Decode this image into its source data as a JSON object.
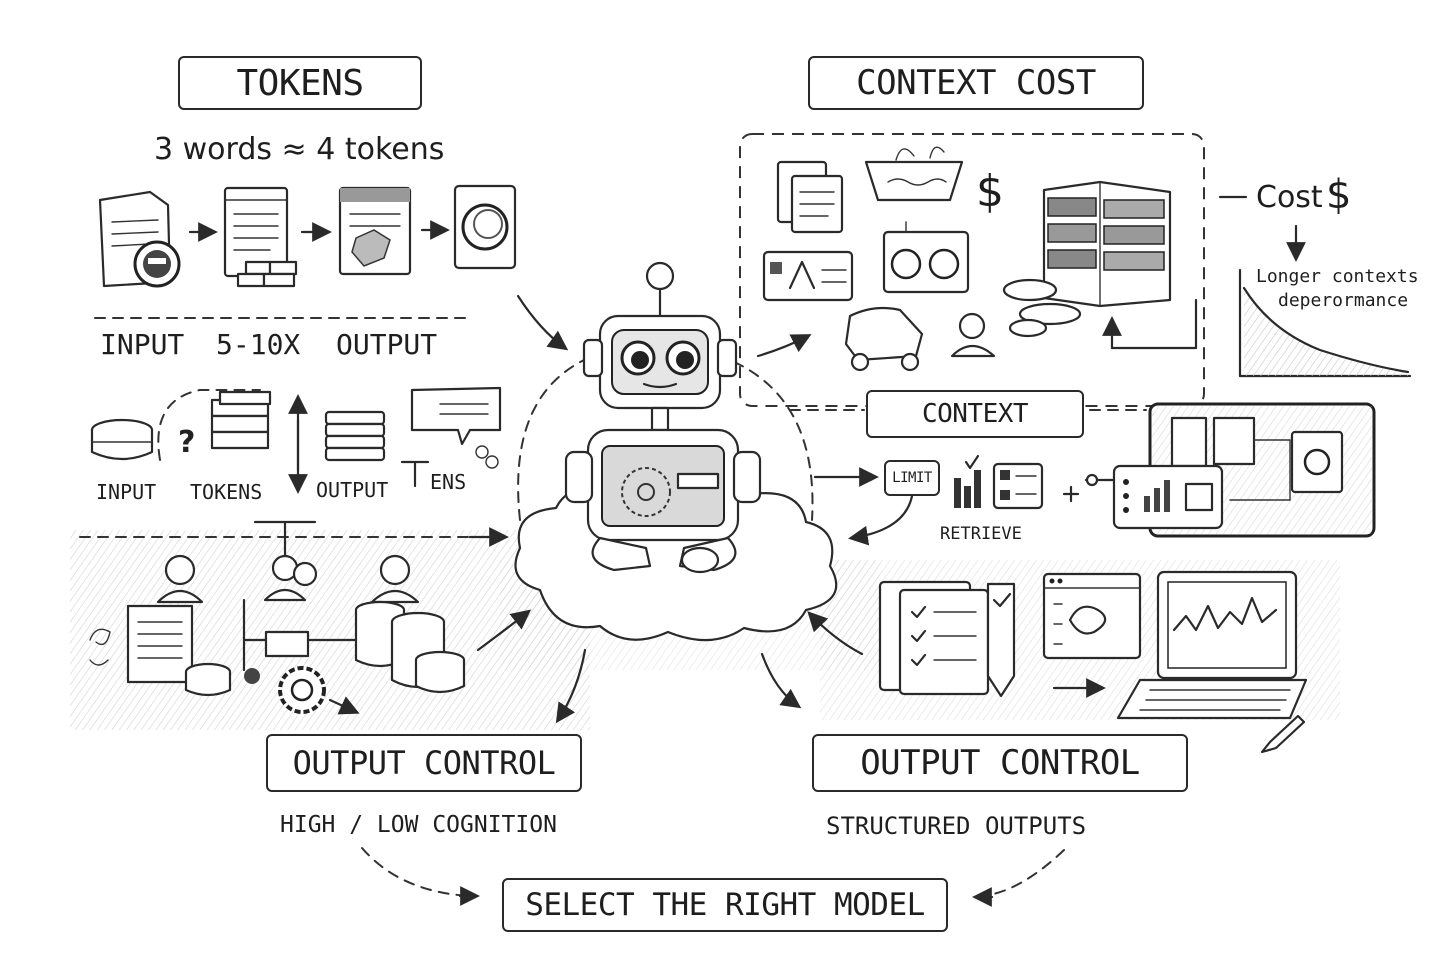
{
  "tokens": {
    "title": "TOKENS",
    "ratio": "3 words ≈ 4 tokens",
    "input_label": "INPUT",
    "multiplier": "5-10X",
    "output_label": "OUTPUT",
    "row2_input": "INPUT",
    "row2_tokens": "TOKENS",
    "row2_output": "OUTPUT",
    "row2_tens": "ENS"
  },
  "context_cost": {
    "title": "CONTEXT COST",
    "cost_label": "Cost",
    "dollar": "$",
    "dollar_small": "$",
    "graph_caption_1": "Longer contexts",
    "graph_caption_2": "deperormance"
  },
  "context": {
    "title": "CONTEXT",
    "limit": "LIMIT",
    "retrieve": "RETRIEVE"
  },
  "output_control_left": {
    "title": "OUTPUT CONTROL",
    "subtitle": "HIGH / LOW COGNITION"
  },
  "output_control_right": {
    "title": "OUTPUT CONTROL",
    "subtitle": "STRUCTURED OUTPUTS"
  },
  "final": {
    "title": "SELECT THE RIGHT MODEL"
  }
}
